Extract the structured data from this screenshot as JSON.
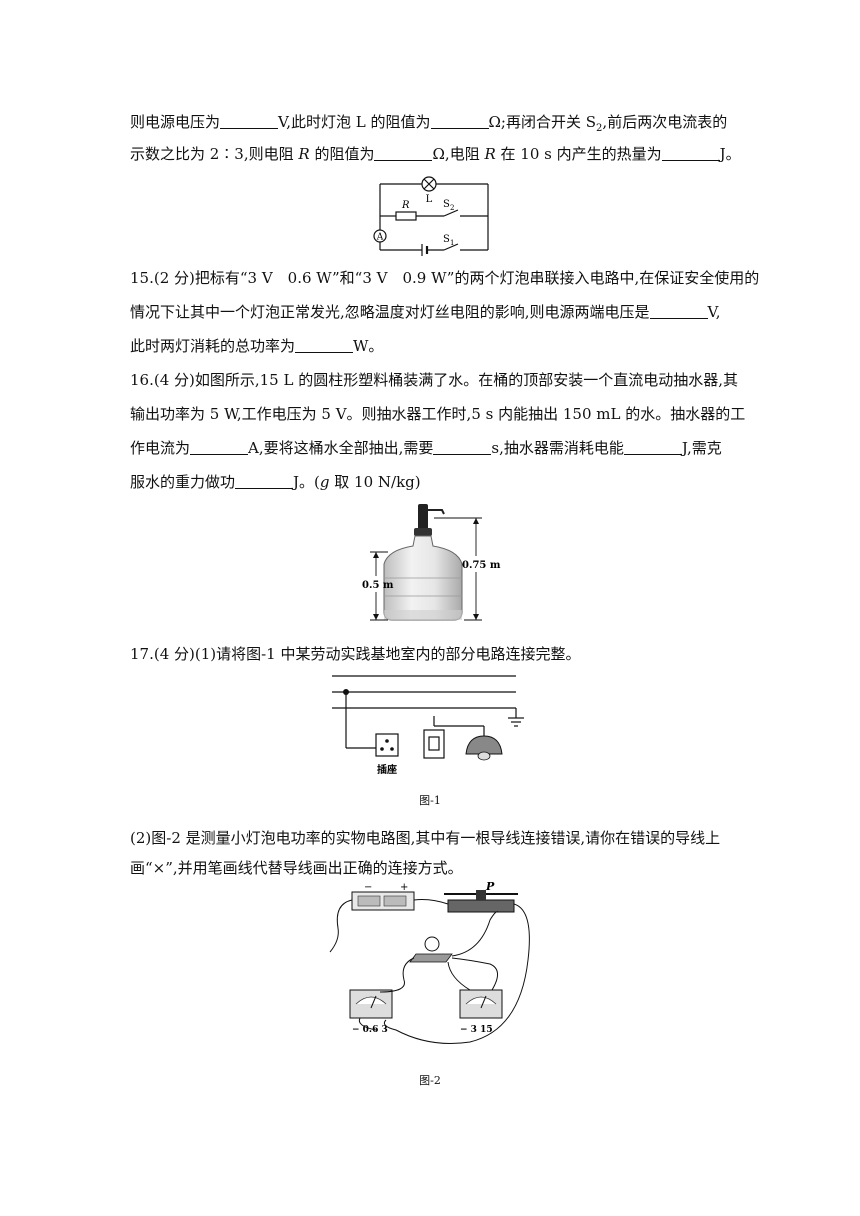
{
  "q14": {
    "line1": {
      "t1": "则电源电压为",
      "t2": "V,此时灯泡 L 的阻值为",
      "t3": "Ω;再闭合开关 S",
      "sub": "2",
      "t4": ",前后两次电流表的"
    },
    "line2": {
      "t1": "示数之比为 2∶3,则电阻 ",
      "r1": "R",
      "t2": " 的阻值为",
      "t3": "Ω,电阻 ",
      "r2": "R",
      "t4": " 在 10 s 内产生的热量为",
      "t5": "J。"
    },
    "circuit": {
      "lamp_label": "L",
      "r_label": "R",
      "s2_label": "S",
      "s2_sub": "2",
      "s1_label": "S",
      "s1_sub": "1",
      "ammeter": "A"
    }
  },
  "q15": {
    "line1": "15.(2 分)把标有“3 V　0.6 W”和“3 V　0.9 W”的两个灯泡串联接入电路中,在保证安全使用的",
    "line2_t1": "情况下让其中一个灯泡正常发光,忽略温度对灯丝电阻的影响,则电源两端电压是",
    "line2_t2": "V,",
    "line3_t1": "此时两灯消耗的总功率为",
    "line3_t2": "W。"
  },
  "q16": {
    "line1": "16.(4 分)如图所示,15 L 的圆柱形塑料桶装满了水。在桶的顶部安装一个直流电动抽水器,其",
    "line2": "输出功率为 5 W,工作电压为 5 V。则抽水器工作时,5 s 内能抽出 150 mL 的水。抽水器的工",
    "line3_t1": "作电流为",
    "line3_t2": "A,要将这桶水全部抽出,需要",
    "line3_t3": "s,抽水器需消耗电能",
    "line3_t4": "J,需克",
    "line4_t1": "服水的重力做功",
    "line4_t2": "J。(",
    "line4_g": "g",
    "line4_t3": " 取 10 N/kg)",
    "fig_left": "0.5 m",
    "fig_right": "0.75 m"
  },
  "q17": {
    "part1": "17.(4 分)(1)请将图-1 中某劳动实践基地室内的部分电路连接完整。",
    "socket_label": "插座",
    "fig1_caption": "图-1",
    "part2_line1": "(2)图-2 是测量小灯泡电功率的实物电路图,其中有一根导线连接错误,请你在错误的导线上",
    "part2_line2": "画“×”,并用笔画线代替导线画出正确的连接方式。",
    "fig2_p": "P",
    "fig2_minus": "−",
    "fig2_plus": "+",
    "ammeter_scale": "− 0.6 3",
    "voltmeter_scale": "− 3 15",
    "fig2_caption": "图-2"
  }
}
